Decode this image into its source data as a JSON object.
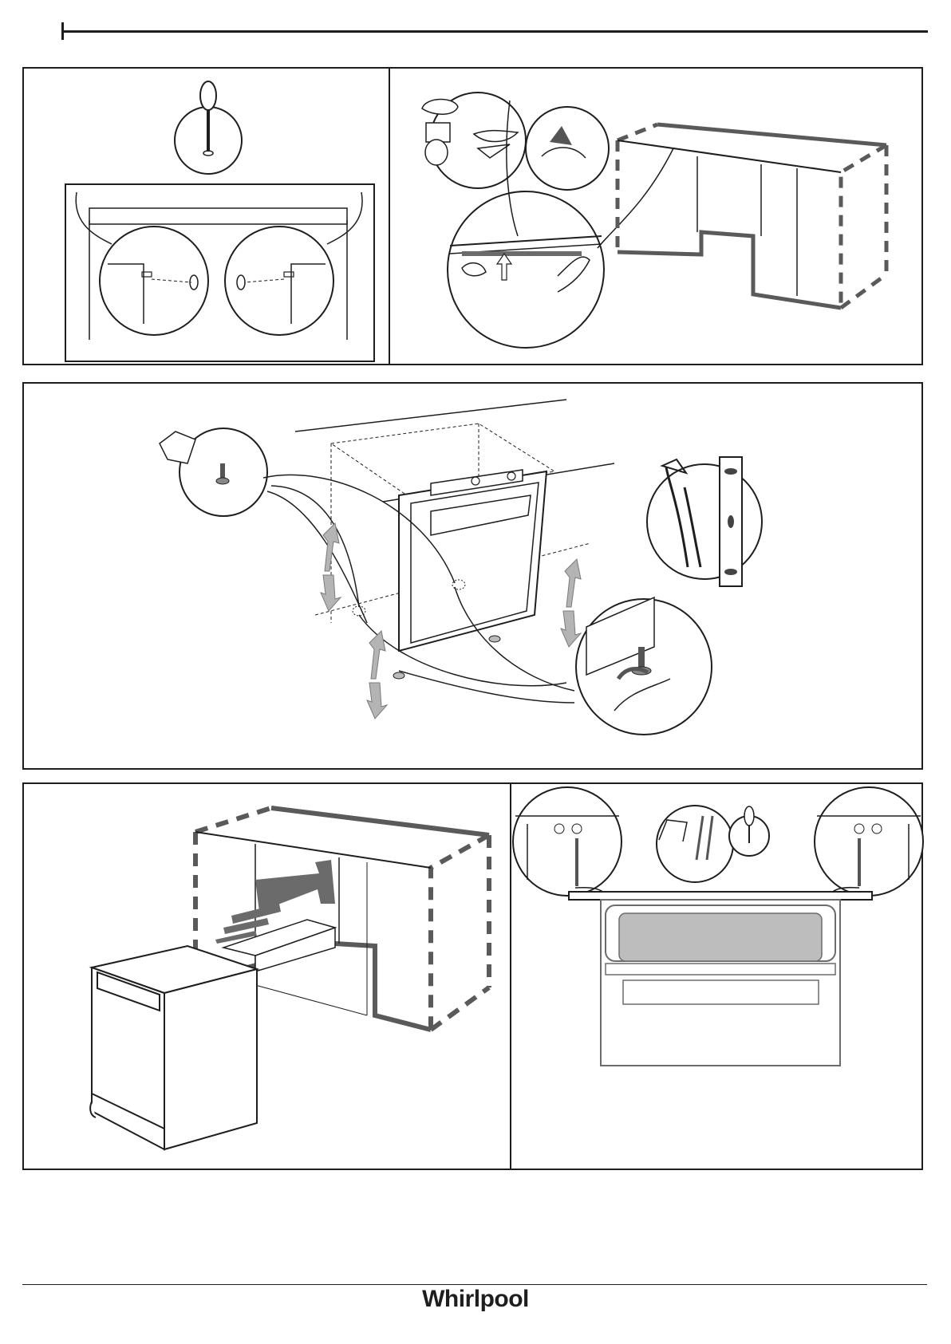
{
  "document": {
    "brand": "Whirlpool"
  },
  "panels": [
    {
      "id": "fix-side-brackets"
    },
    {
      "id": "apply-protective-strip"
    },
    {
      "id": "level-adjust-feet"
    },
    {
      "id": "slide-into-cabinet"
    },
    {
      "id": "screw-to-worktop"
    }
  ],
  "colors": {
    "line": "#1e1e1e",
    "cabinet_dash": "#5a5a5a",
    "arrow_fill": "#b4b4b4",
    "door_glass": "#bdbdbd",
    "brand": "#1e1e1e"
  }
}
